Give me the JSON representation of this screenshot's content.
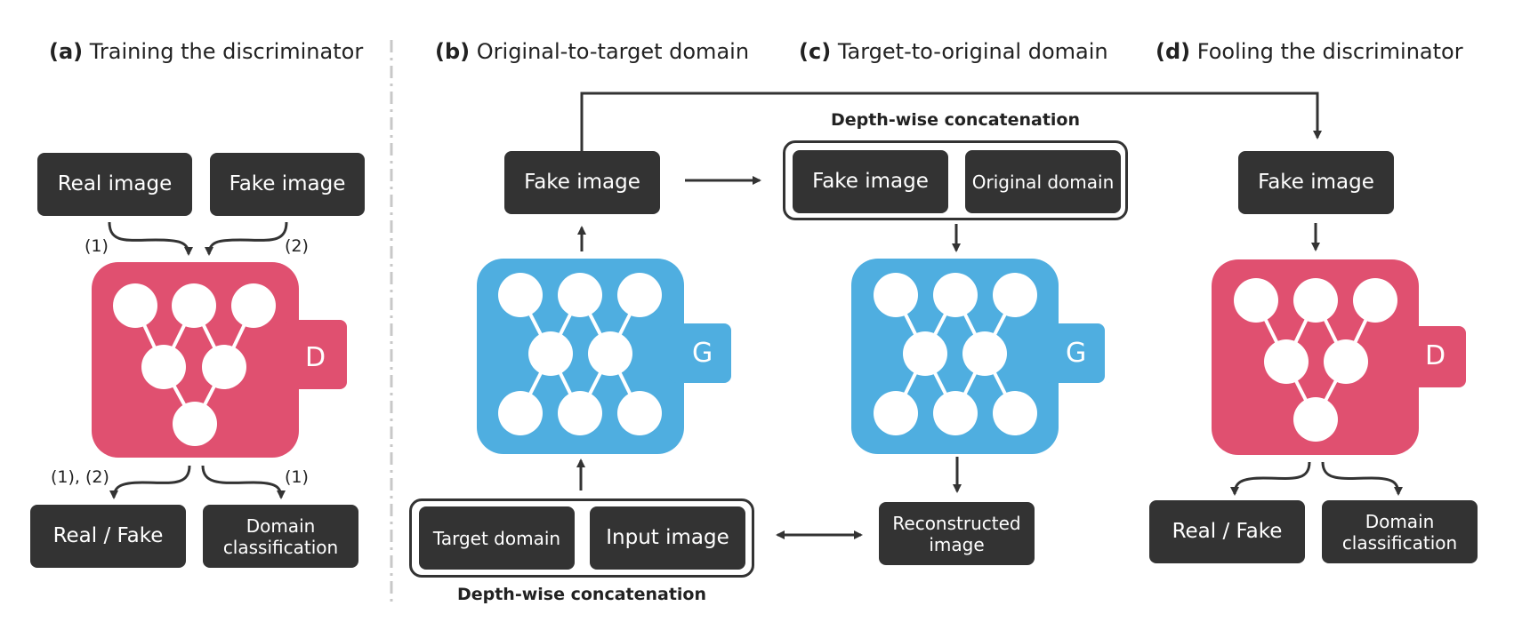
{
  "colors": {
    "discriminator": "#e05070",
    "generator": "#4faee0",
    "box": "#333333",
    "line": "#333333"
  },
  "panels": {
    "a": {
      "letter": "(a)",
      "title": "Training the discriminator"
    },
    "b": {
      "letter": "(b)",
      "title": "Original-to-target domain"
    },
    "c": {
      "letter": "(c)",
      "title": "Target-to-original domain"
    },
    "d": {
      "letter": "(d)",
      "title": "Fooling the discriminator"
    }
  },
  "a": {
    "real_image": "Real image",
    "fake_image": "Fake image",
    "in_label_1": "(1)",
    "in_label_2": "(2)",
    "out_label_12": "(1), (2)",
    "out_label_1": "(1)",
    "real_fake": "Real / Fake",
    "domain_classification": "Domain classification",
    "net_label": "D"
  },
  "b": {
    "fake_image": "Fake image",
    "net_label": "G",
    "target_domain": "Target domain",
    "input_image": "Input image",
    "concat_caption": "Depth-wise concatenation"
  },
  "c": {
    "concat_caption": "Depth-wise concatenation",
    "fake_image": "Fake image",
    "original_domain": "Original domain",
    "net_label": "G",
    "reconstructed_image": "Reconstructed image"
  },
  "d": {
    "fake_image": "Fake image",
    "net_label": "D",
    "real_fake": "Real / Fake",
    "domain_classification": "Domain classification"
  }
}
